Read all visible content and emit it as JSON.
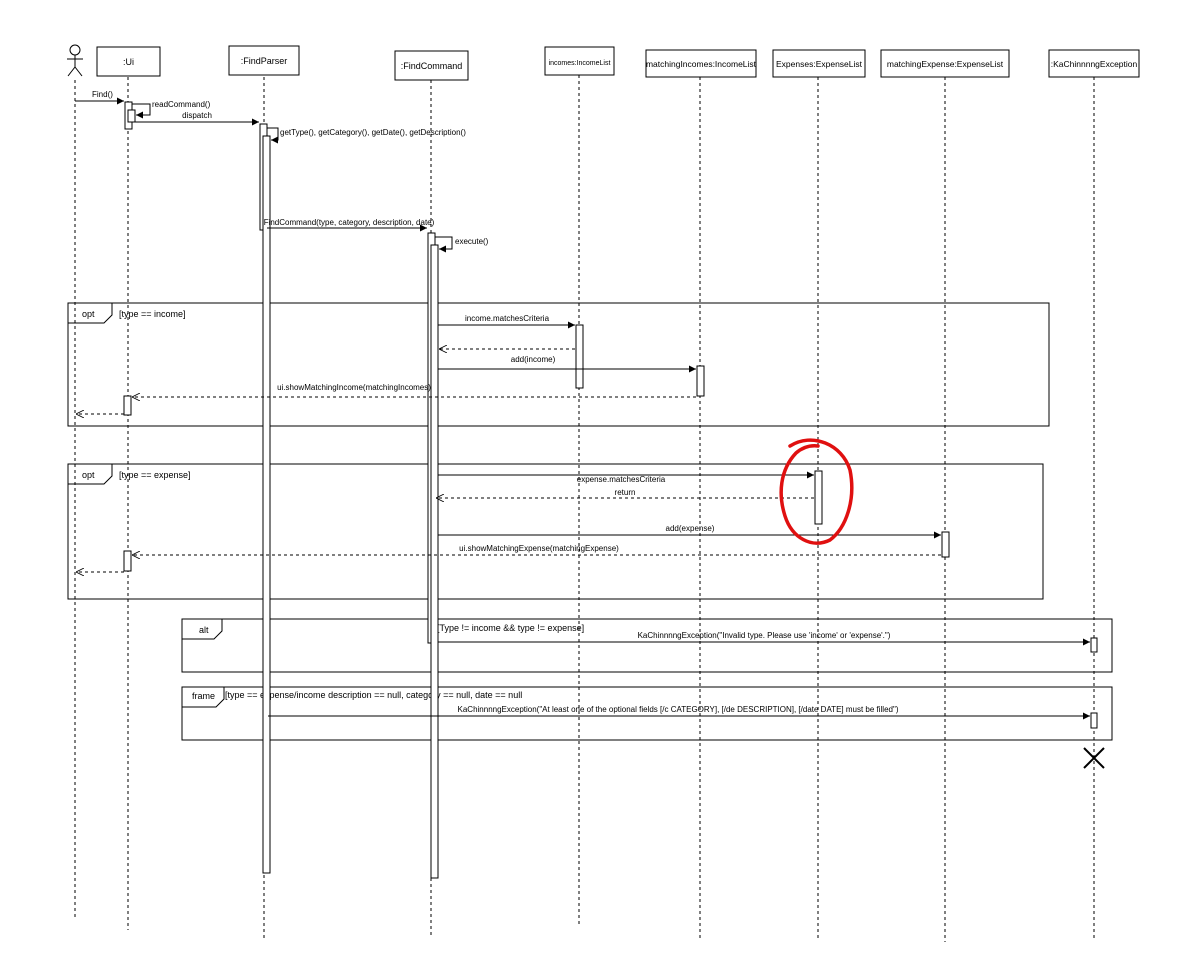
{
  "participants": [
    {
      "id": "actor",
      "label": ""
    },
    {
      "id": "ui",
      "label": ":Ui"
    },
    {
      "id": "findparser",
      "label": ":FindParser"
    },
    {
      "id": "findcommand",
      "label": ":FindCommand"
    },
    {
      "id": "incomes",
      "label": "incomes:IncomeList"
    },
    {
      "id": "matchingincomes",
      "label": "matchingIncomes:IncomeList"
    },
    {
      "id": "expenses",
      "label": "Expenses:ExpenseList"
    },
    {
      "id": "matchingexpense",
      "label": "matchingExpense:ExpenseList"
    },
    {
      "id": "exception",
      "label": ":KaChinnnngException"
    }
  ],
  "messages": {
    "find": "Find()",
    "read_command": "readCommand()",
    "dispatch": "dispatch",
    "get_fields": "getType(), getCategory(), getDate(), getDescription()",
    "find_command": "FindCommand(type, category, description, date)",
    "execute": "execute()",
    "income_matches": "income.matchesCriteria",
    "add_income": "add(income)",
    "show_income": "ui.showMatchingIncome(matchingIncomes)",
    "expense_matches": "expense.matchesCriteria",
    "return": "return",
    "add_expense": "add(expense)",
    "show_expense": "ui.showMatchingExpense(matchingExpense)",
    "invalid_type": "KaChinnnngException(\"Invalid type. Please use 'income' or 'expense'.\")",
    "optional_fields": "KaChinnnngException(\"At least one of the optional fields [/c CATEGORY], [/de DESCRIPTION], [/date DATE] must be filled\")"
  },
  "fragments": {
    "opt_income": {
      "keyword": "opt",
      "guard": "[type == income]"
    },
    "opt_expense": {
      "keyword": "opt",
      "guard": "[type == expense]"
    },
    "alt": {
      "keyword": "alt",
      "guard": "[Type != income && type != expense]"
    },
    "frame": {
      "keyword": "frame",
      "guard": "[type == expense/income description == null, category == null, date == null"
    }
  },
  "colors": {
    "line": "#000000",
    "fragment_border": "#000000",
    "highlight_annotation": "#e01010"
  }
}
